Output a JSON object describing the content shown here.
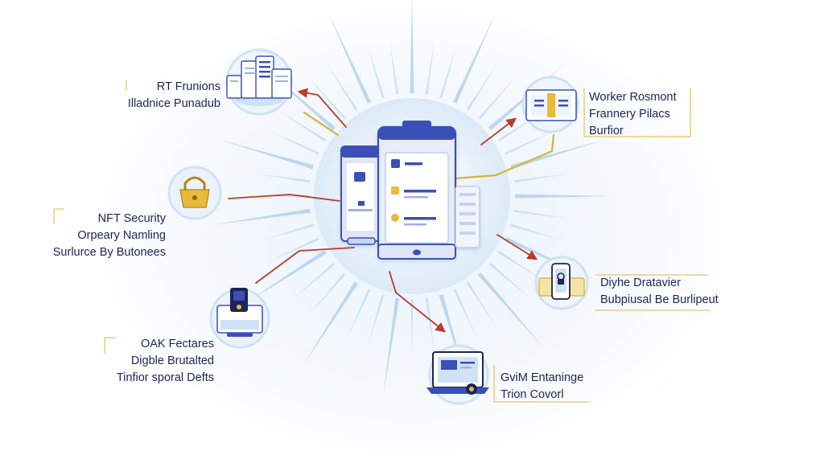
{
  "colors": {
    "accent_blue": "#3b4fb8",
    "light_blue": "#cfe2f6",
    "ray_blue": "#8fbde6",
    "arrow_red": "#c0392b",
    "connector_gold": "#d8b23a",
    "text_navy": "#1c2553",
    "icon_gold": "#e9b93a"
  },
  "center": {
    "icon": "server-tablet-icon"
  },
  "nodes": [
    {
      "id": "rt-frunions",
      "icon": "documents-icon",
      "lines": [
        "RT Frunions",
        "Illadnice Punadub"
      ]
    },
    {
      "id": "nft-security",
      "icon": "padlock-icon",
      "lines": [
        "NFT Security",
        "Orpeary Namling",
        "Surlurce By Butonees"
      ]
    },
    {
      "id": "oak-features",
      "icon": "device-stack-icon",
      "lines": [
        "OAK Fectares",
        "Digble Brutalted",
        "Tinfior sporal Defts"
      ]
    },
    {
      "id": "worker-rosmont",
      "icon": "tablet-document-icon",
      "lines": [
        "Worker Rosmont",
        "Frannery Pilacs",
        "Burfior"
      ]
    },
    {
      "id": "diyhe-dratavier",
      "icon": "mobile-lock-icon",
      "lines": [
        "Diyhe Dratavier",
        "Bubpiusal Be Burlipeut"
      ]
    },
    {
      "id": "gvim-entaninge",
      "icon": "laptop-icon",
      "lines": [
        "GviM Entaninge",
        "Trion Covorl"
      ]
    }
  ]
}
